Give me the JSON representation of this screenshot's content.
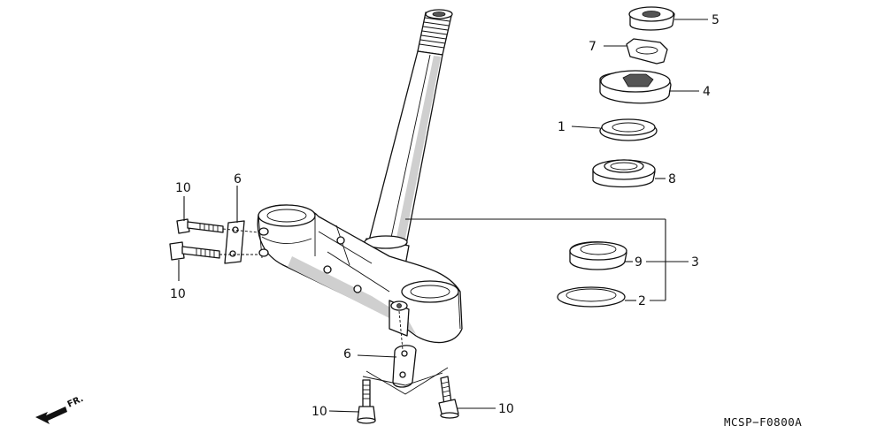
{
  "diagram": {
    "code": "MCSP−F0800A",
    "direction_label": "FR.",
    "callouts": [
      "1",
      "2",
      "3",
      "4",
      "5",
      "6",
      "6",
      "7",
      "8",
      "9",
      "10",
      "10",
      "10",
      "10"
    ]
  }
}
